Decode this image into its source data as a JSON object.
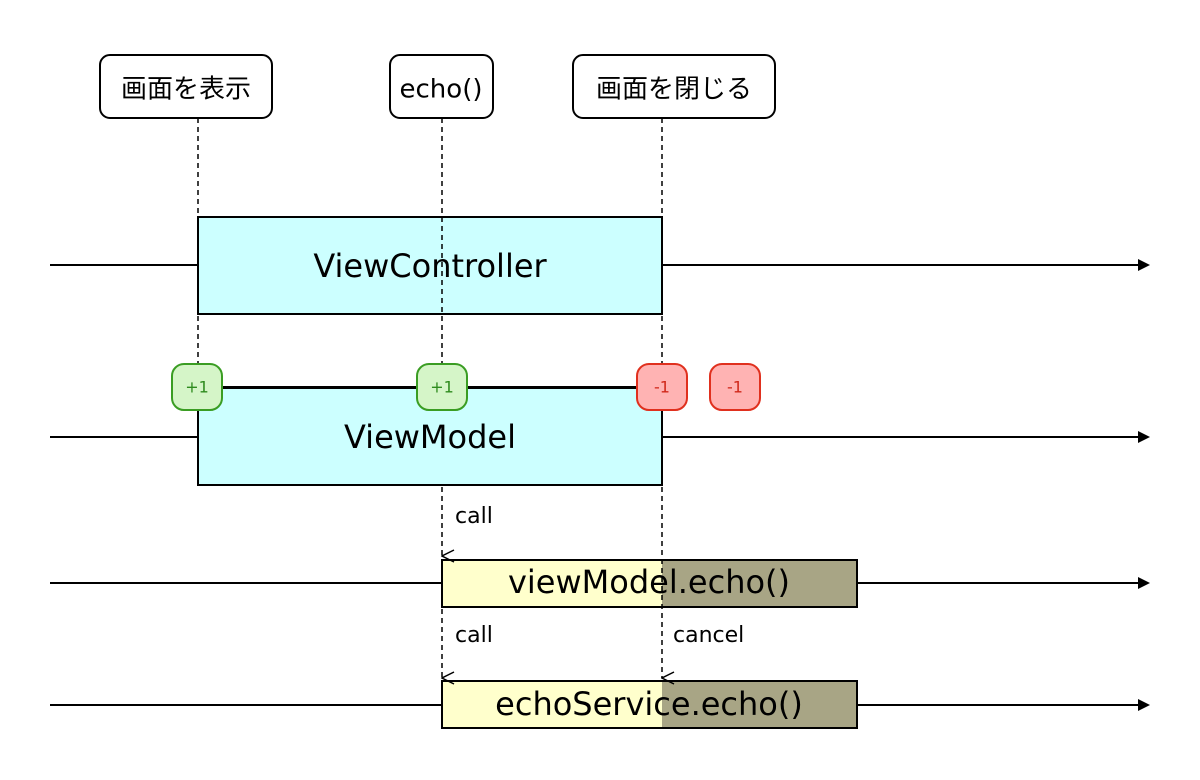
{
  "events": [
    {
      "label": "画面を表示"
    },
    {
      "label": "echo()"
    },
    {
      "label": "画面を閉じる"
    }
  ],
  "lanes": [
    {
      "label": "ViewController",
      "fill": "#ccffff"
    },
    {
      "label": "ViewModel",
      "fill": "#ccffff"
    },
    {
      "label": "viewModel.echo()",
      "fill": "#ffffcc",
      "cancelled_fill": "#a8a585"
    },
    {
      "label": "echoService.echo()",
      "fill": "#ffffcc",
      "cancelled_fill": "#a8a585"
    }
  ],
  "refcount_badges": [
    {
      "label": "+1",
      "kind": "increment"
    },
    {
      "label": "+1",
      "kind": "increment"
    },
    {
      "label": "-1",
      "kind": "decrement"
    },
    {
      "label": "-1",
      "kind": "decrement"
    }
  ],
  "arrow_labels": {
    "call_1": "call",
    "call_2": "call",
    "cancel": "cancel"
  },
  "colors": {
    "increment_fill": "#d5f5c8",
    "increment_stroke": "#3a9d23",
    "increment_text": "#2e8b1e",
    "decrement_fill": "#ffb3b3",
    "decrement_stroke": "#e0301e",
    "decrement_text": "#d0281a"
  }
}
